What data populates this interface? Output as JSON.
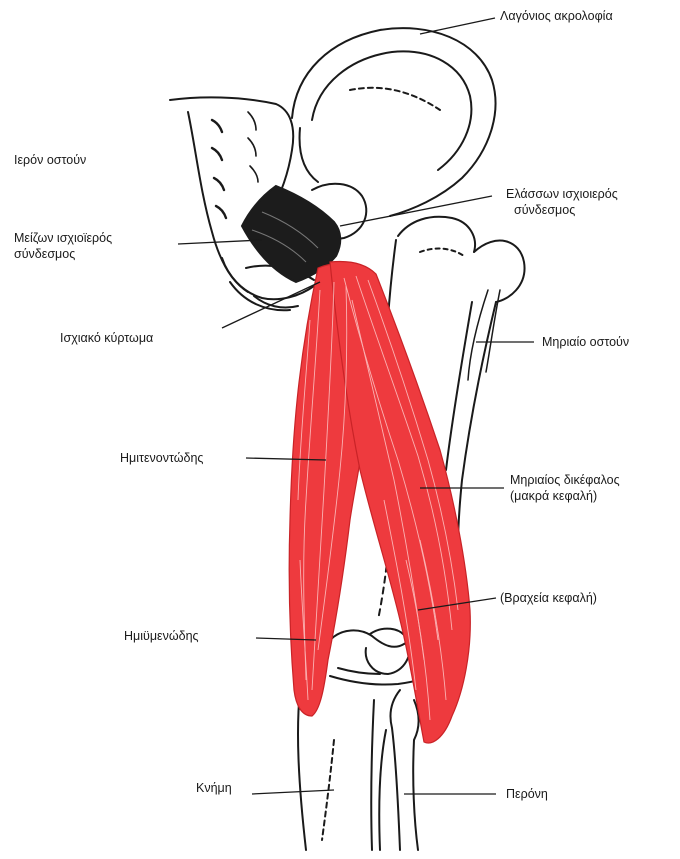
{
  "colors": {
    "ink": "#1a1a1a",
    "muscle": "#ee3a3e",
    "muscle_fiber": "#ffd9d9",
    "ligament": "#1c1c1c",
    "background": "#ffffff"
  },
  "labels": {
    "iliac_crest": "Λαγόνιος ακρολοφία",
    "sacrum": "Ιερόν οστούν",
    "lesser_sciatic_ligament": [
      "Ελάσσων ισχιοιερός",
      "σύνδεσμος"
    ],
    "greater_sciatic_ligament": [
      "Μείζων ισχιοϊερός",
      "σύνδεσμος"
    ],
    "ischial_tuberosity": "Ισχιακό κύρτωμα",
    "femur": "Μηριαίο οστούν",
    "semitendinosus": "Ημιτενοντώδης",
    "biceps_femoris": [
      "Μηριαίος δικέφαλος",
      "(μακρά κεφαλή)"
    ],
    "short_head": "(Βραχεία κεφαλή)",
    "semimembranosus": "Ημιϋμενώδης",
    "tibia": "Κνήμη",
    "fibula": "Περόνη"
  }
}
